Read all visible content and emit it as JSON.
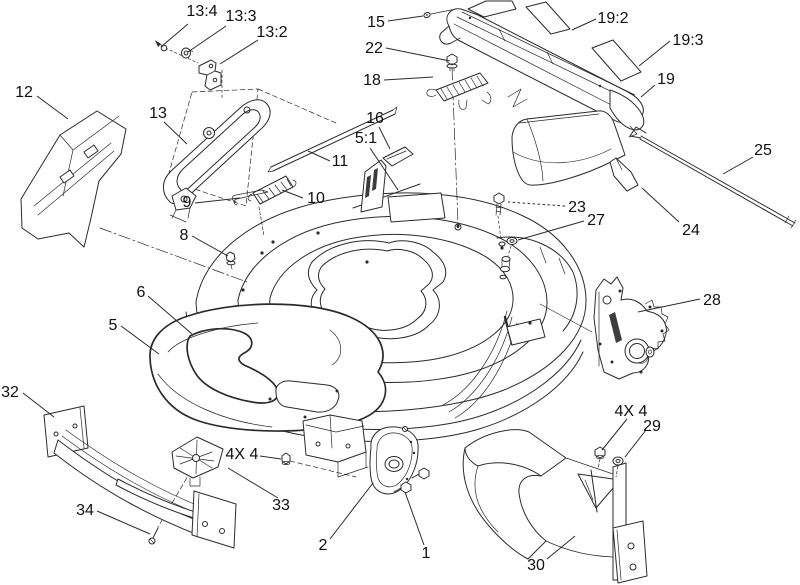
{
  "diagram": {
    "type": "exploded-parts-line-drawing",
    "background_color": "#ffffff",
    "line_color": "#2b2b2b",
    "text_color": "#101010",
    "callouts": [
      {
        "label": "13:4"
      },
      {
        "label": "13:3"
      },
      {
        "label": "13:2"
      },
      {
        "label": "12"
      },
      {
        "label": "13"
      },
      {
        "label": "11"
      },
      {
        "label": "10"
      },
      {
        "label": "9"
      },
      {
        "label": "8"
      },
      {
        "label": "15"
      },
      {
        "label": "22"
      },
      {
        "label": "18"
      },
      {
        "label": "16"
      },
      {
        "label": "5:1"
      },
      {
        "label": "19:2"
      },
      {
        "label": "19:3"
      },
      {
        "label": "19"
      },
      {
        "label": "25"
      },
      {
        "label": "23"
      },
      {
        "label": "27"
      },
      {
        "label": "24"
      },
      {
        "label": "28"
      },
      {
        "label": "6"
      },
      {
        "label": "5"
      },
      {
        "label": "32"
      },
      {
        "label": "34"
      },
      {
        "label": "4X 4"
      },
      {
        "label": "33"
      },
      {
        "label": "2"
      },
      {
        "label": "1"
      },
      {
        "label": "4X 4"
      },
      {
        "label": "29"
      },
      {
        "label": "30"
      }
    ]
  }
}
